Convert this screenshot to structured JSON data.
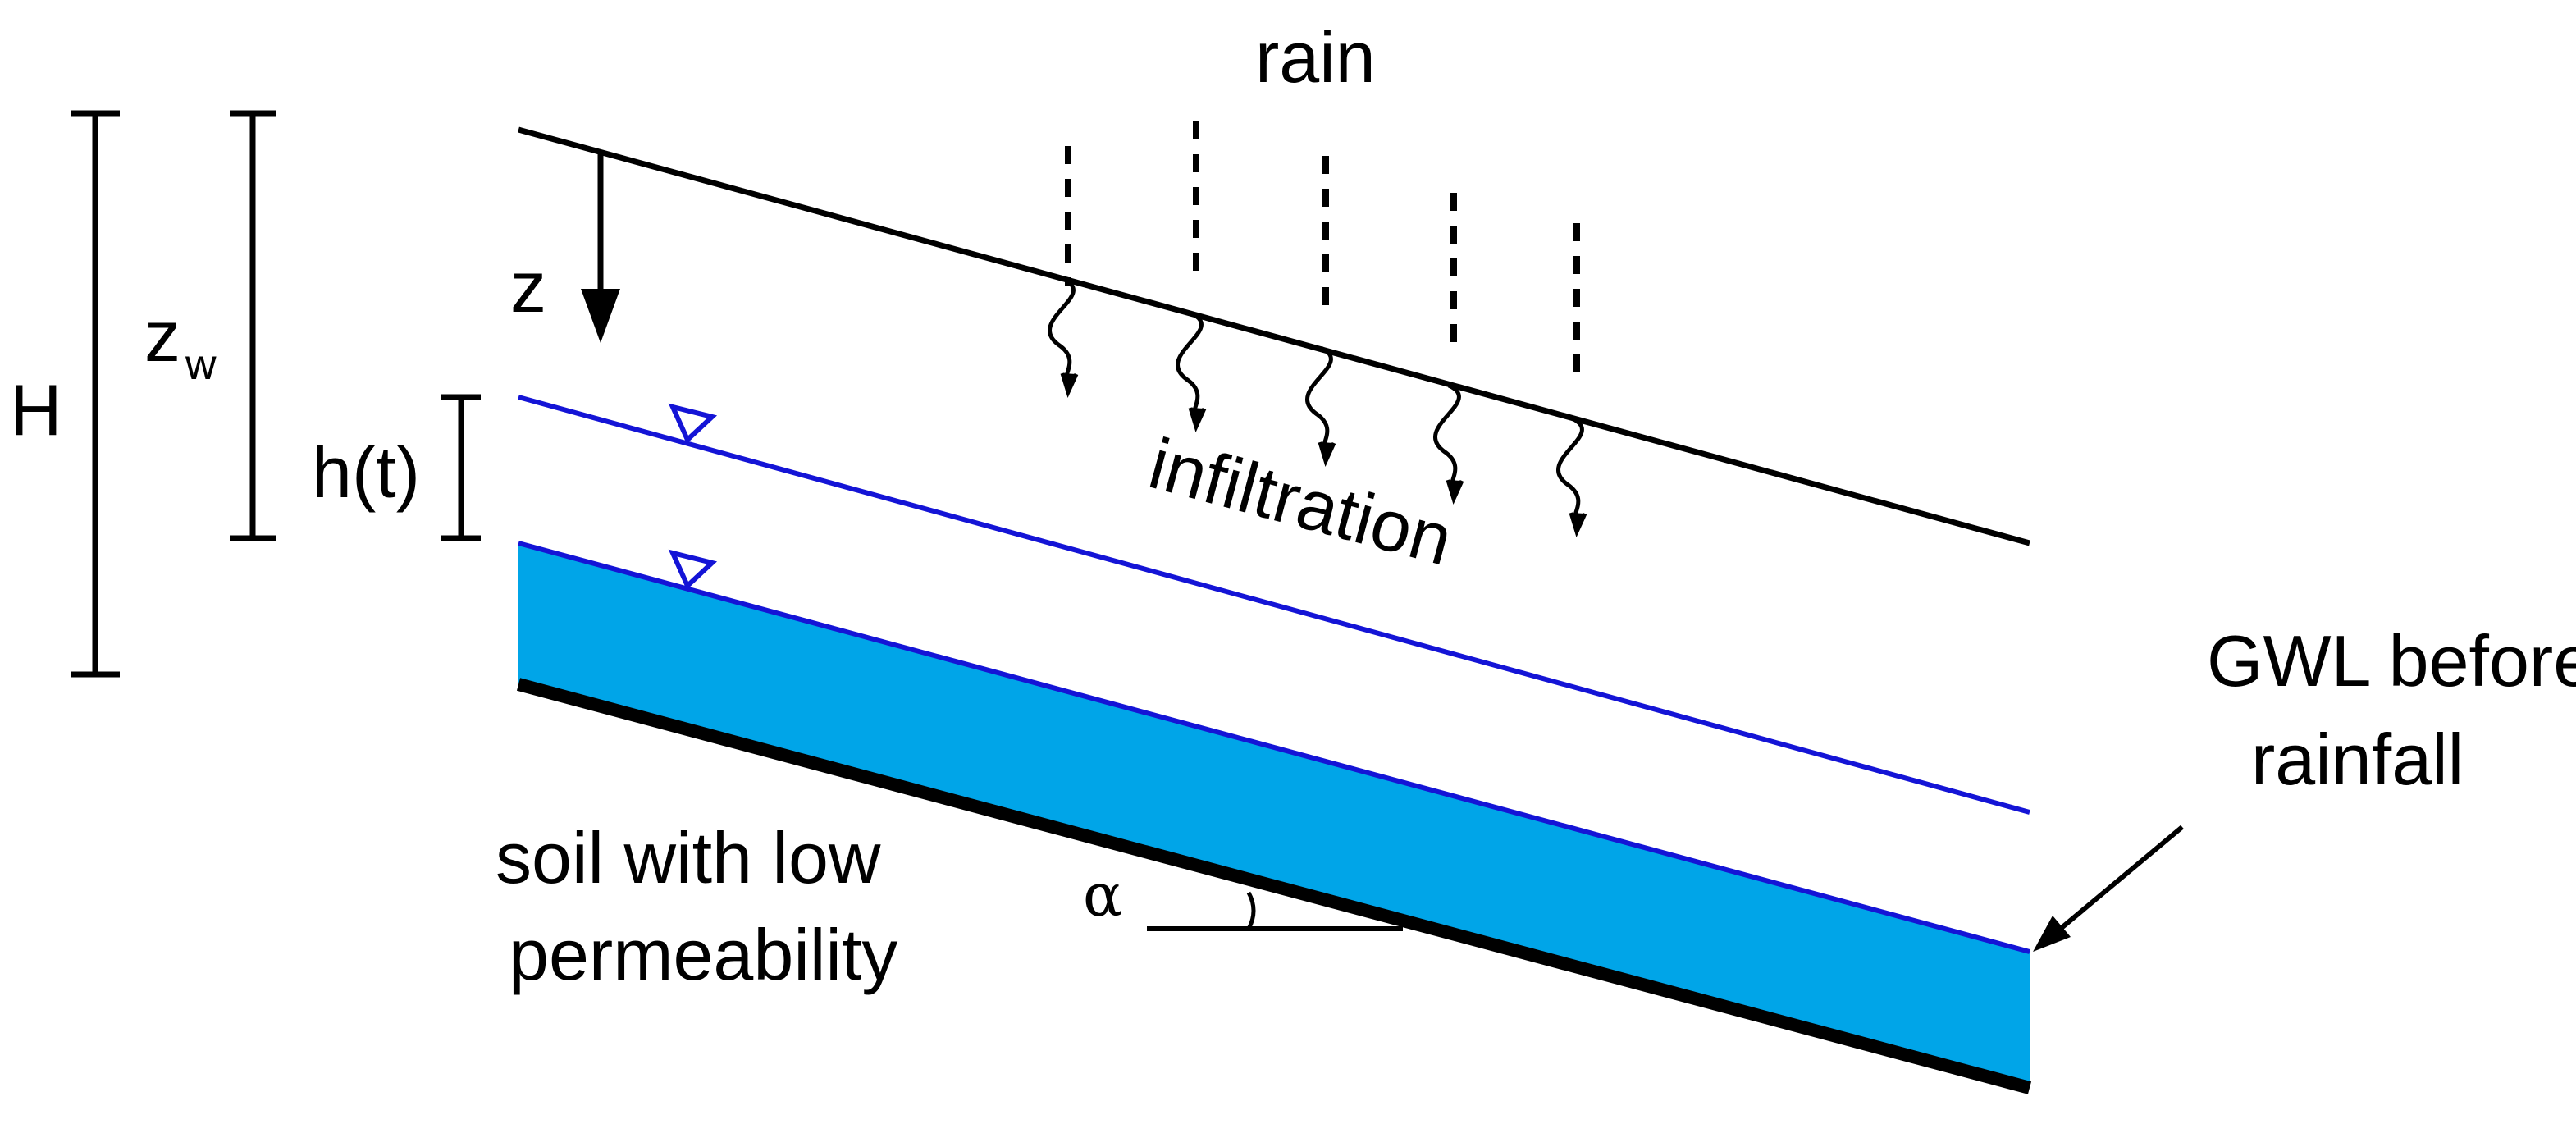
{
  "labels": {
    "rain": "rain",
    "infiltration": "infiltration",
    "H": "H",
    "z_w_base": "z",
    "z_w_sub": "w",
    "h_t": "h(t)",
    "z": "z",
    "gwl_line1": "GWL before",
    "gwl_line2": "rainfall",
    "soil_line1": "soil with low",
    "soil_line2": "permeability",
    "alpha": "α"
  },
  "colors": {
    "ground_surface": "#000000",
    "water_table": "#1414d6",
    "saturated_zone": "#00a5e8",
    "bedrock": "#000000",
    "annotation": "#000000"
  },
  "icons": {
    "water_table_marker": "inverted-triangle-icon",
    "infiltration_flow": "wavy-arrow-icon",
    "depth_axis": "down-arrow-icon"
  }
}
